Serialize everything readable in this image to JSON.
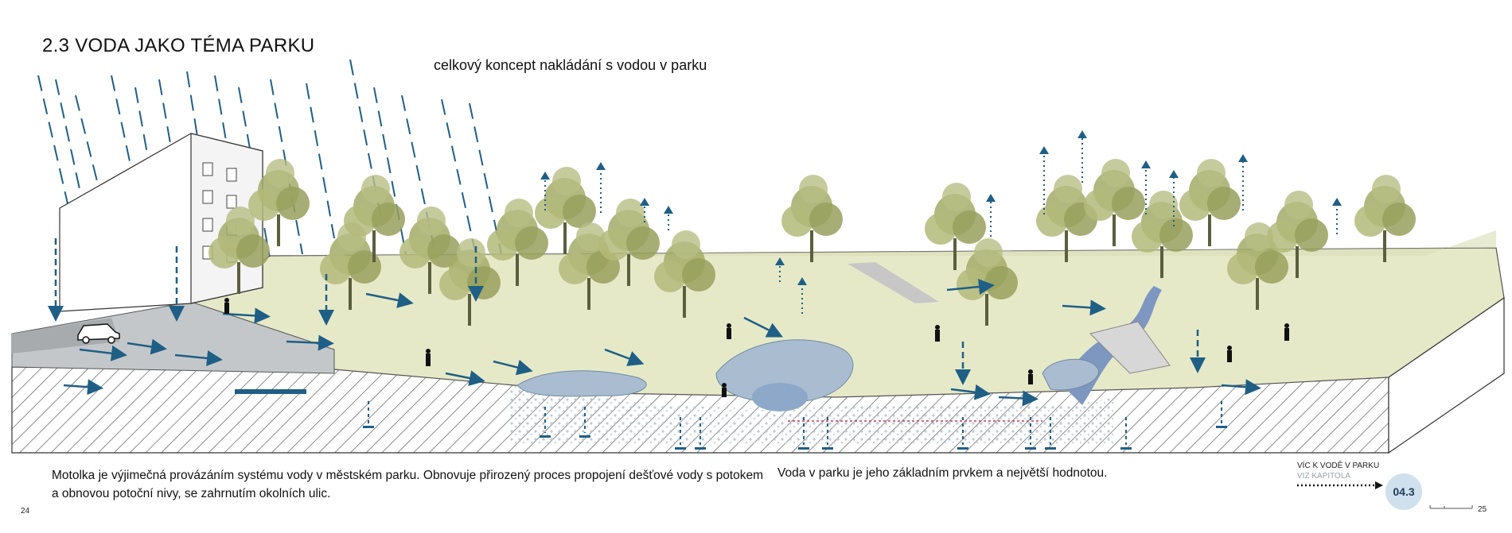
{
  "heading": "2.3 VODA JAKO TÉMA PARKU",
  "subheading": "celkový koncept nakládání s vodou v parku",
  "caption_left": "Motolka je výjimečná provázáním systému vody v městském parku. Obnovuje přirozený proces propojení dešťové vody s potokem a obnovou potoční nivy, se zahrnutím okolních ulic.",
  "caption_right": "Voda v parku je jeho základním prvkem a největší hodnotou.",
  "more_link": {
    "line1": "VÍC K VODĚ V PARKU",
    "line2": "VIZ KAPITOLA"
  },
  "chapter_badge": "04.3",
  "page_left": "24",
  "page_right": "25",
  "colors": {
    "water": "#1f5f86",
    "foliage": "#a3ab68",
    "ground": "#e6e9c8",
    "pond": "#a9bcd0"
  }
}
